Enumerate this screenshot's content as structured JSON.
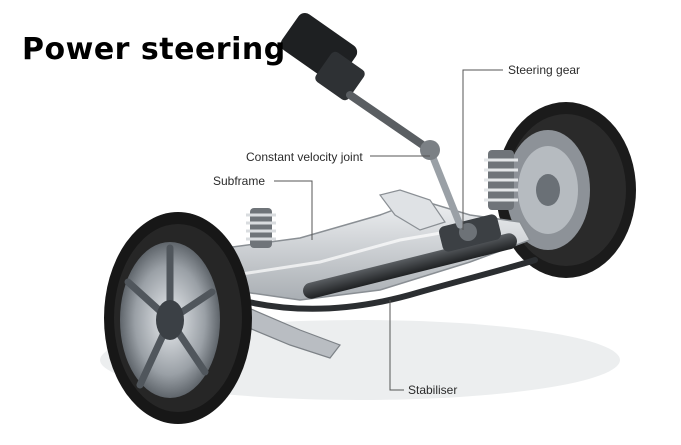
{
  "title": "Power steering",
  "labels": {
    "steering_gear": "Steering gear",
    "cv_joint": "Constant velocity joint",
    "subframe": "Subframe",
    "stabiliser": "Stabiliser"
  },
  "colors": {
    "tyre": "#1a1a1a",
    "metal": "#c8ccd0",
    "dark_metal": "#3a3d40",
    "leader": "#555555"
  }
}
